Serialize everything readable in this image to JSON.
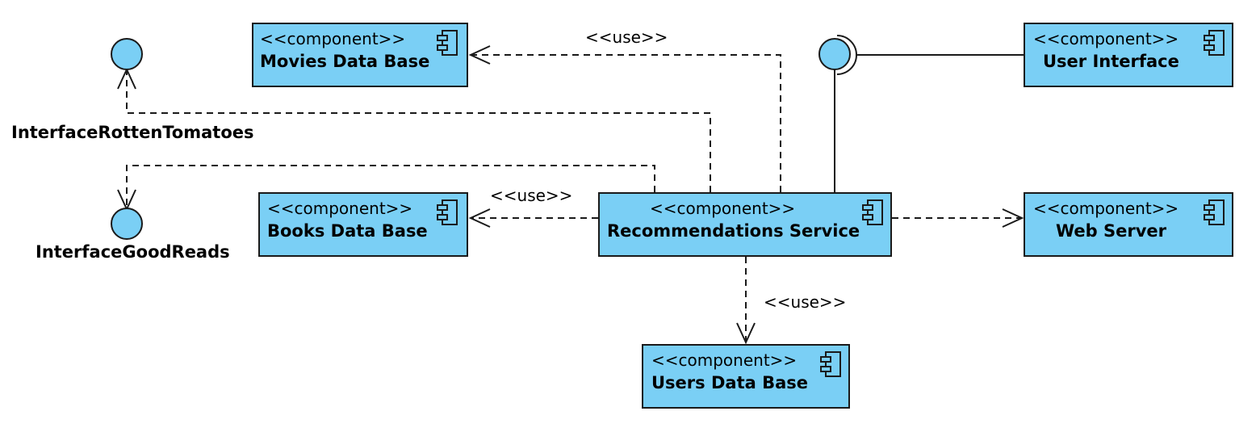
{
  "diagram": {
    "components": {
      "movies": {
        "stereotype": "<<component>>",
        "name": "Movies Data Base"
      },
      "user_interface": {
        "stereotype": "<<component>>",
        "name": "User Interface"
      },
      "books": {
        "stereotype": "<<component>>",
        "name": "Books Data Base"
      },
      "recommendations": {
        "stereotype": "<<component>>",
        "name": "Recommendations Service"
      },
      "web_server": {
        "stereotype": "<<component>>",
        "name": "Web Server"
      },
      "users": {
        "stereotype": "<<component>>",
        "name": "Users Data Base"
      }
    },
    "interfaces": {
      "rotten_tomatoes": {
        "name": "InterfaceRottenTomatoes"
      },
      "good_reads": {
        "name": "InterfaceGoodReads"
      }
    },
    "dependencies": {
      "to_movies": {
        "label": "<<use>>"
      },
      "to_books": {
        "label": "<<use>>"
      },
      "to_users": {
        "label": "<<use>>"
      }
    },
    "colors": {
      "component_fill": "#7acff5",
      "line": "#1a1a1a"
    }
  }
}
